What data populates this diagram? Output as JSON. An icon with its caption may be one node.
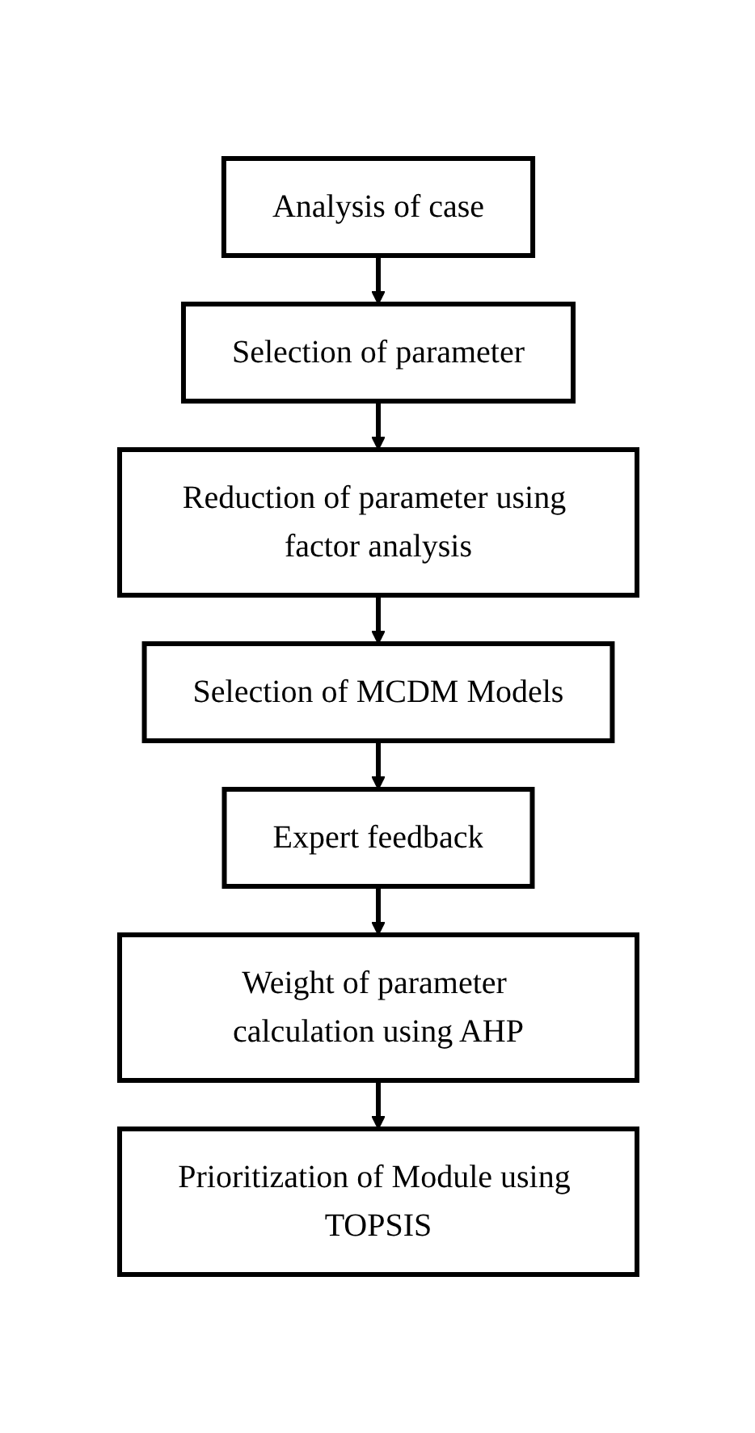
{
  "diagram": {
    "nodes": [
      {
        "text": [
          "Analysis of case"
        ]
      },
      {
        "text": [
          "Selection of parameter"
        ]
      },
      {
        "text": [
          "Reduction of parameter using factor analysis"
        ]
      },
      {
        "text": [
          "Selection of MCDM Models"
        ]
      },
      {
        "text": [
          "Expert feedback"
        ]
      },
      {
        "text": [
          "Weight of parameter calculation using AHP"
        ]
      },
      {
        "text": [
          "Prioritization of Module using TOPSIS"
        ]
      }
    ],
    "edges": [
      {
        "from": 0,
        "to": 1,
        "arrow": "to"
      },
      {
        "from": 1,
        "to": 2,
        "arrow": "to"
      },
      {
        "from": 2,
        "to": 3,
        "arrow": "to"
      },
      {
        "from": 3,
        "to": 4,
        "arrow": "to"
      },
      {
        "from": 4,
        "to": 5,
        "arrow": "to"
      },
      {
        "from": 5,
        "to": 6,
        "arrow": "to"
      }
    ]
  }
}
